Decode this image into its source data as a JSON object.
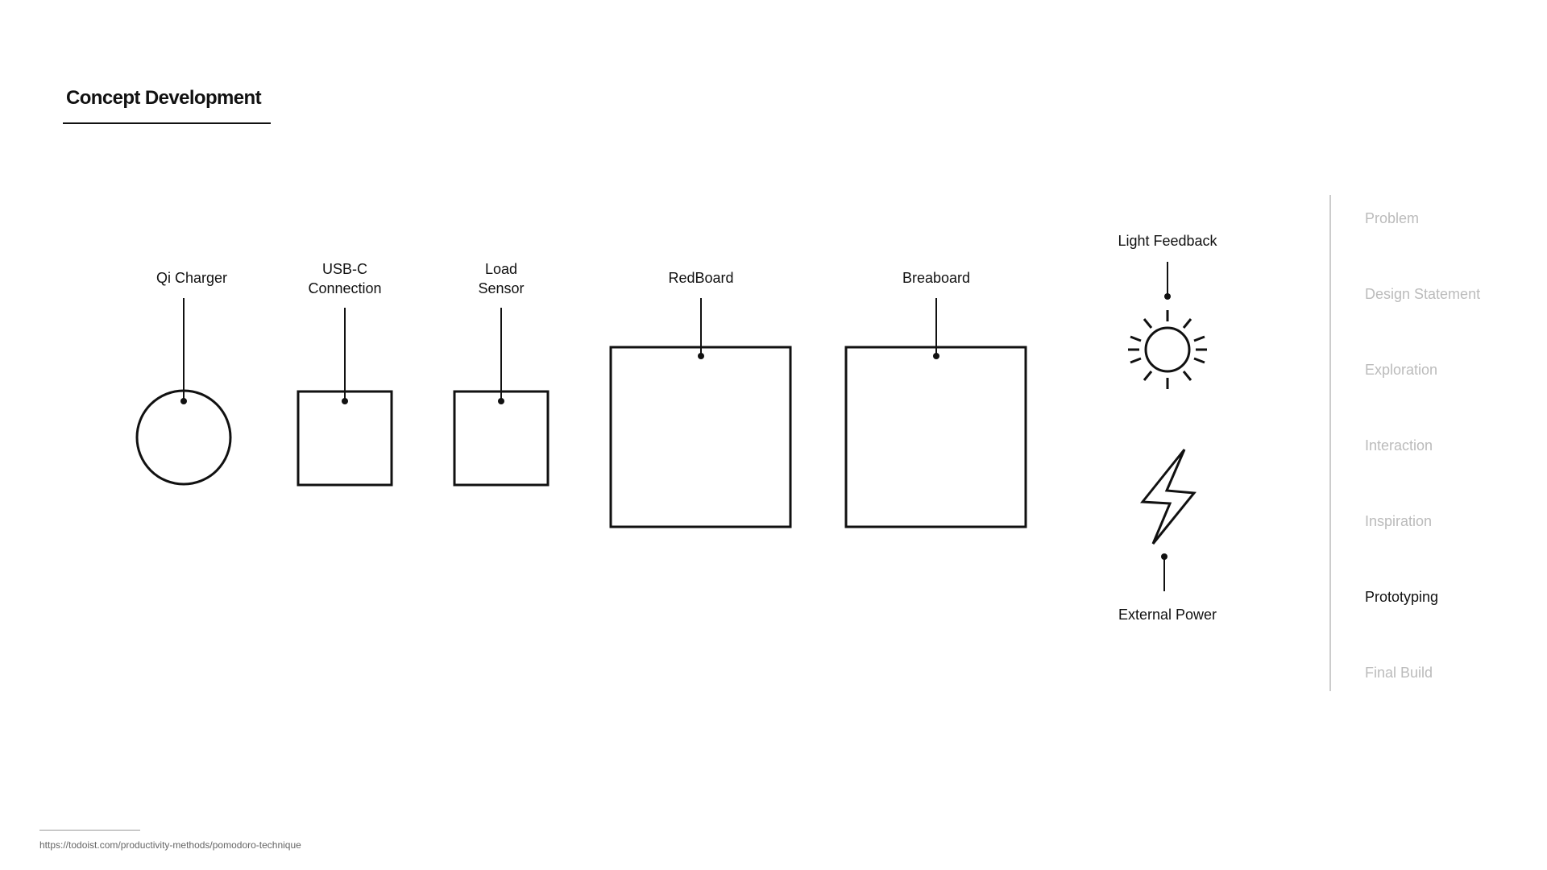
{
  "page": {
    "title": "Concept Development",
    "footnote": "https://todoist.com/productivity-methods/pomodoro-technique"
  },
  "diagram": {
    "components": {
      "qi_charger": "Qi Charger",
      "usbc_line1": "USB-C",
      "usbc_line2": "Connection",
      "load_line1": "Load",
      "load_line2": "Sensor",
      "redboard": "RedBoard",
      "breaboard": "Breaboard",
      "light_feedback": "Light Feedback",
      "external_power": "External Power"
    },
    "icons": {
      "light": "sun-icon",
      "power": "lightning-bolt-icon"
    }
  },
  "nav": {
    "items": [
      {
        "label": "Problem"
      },
      {
        "label": "Design Statement"
      },
      {
        "label": "Exploration"
      },
      {
        "label": "Interaction"
      },
      {
        "label": "Inspiration"
      },
      {
        "label": "Prototyping"
      },
      {
        "label": "Final Build"
      }
    ],
    "active_label": "Prototyping",
    "active_color": "#111111",
    "inactive_color": "#bbbbbb"
  }
}
